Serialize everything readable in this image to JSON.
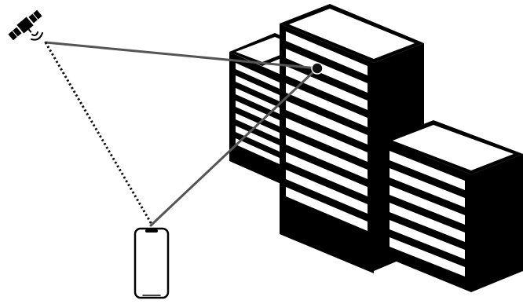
{
  "diagram": {
    "nodes": [
      {
        "id": "satellite",
        "icon": "satellite-icon"
      },
      {
        "id": "reflection-point",
        "icon": "reflection-point-icon"
      },
      {
        "id": "smartphone",
        "icon": "smartphone-icon"
      },
      {
        "id": "tall-building",
        "icon": "building-icon"
      },
      {
        "id": "back-building",
        "icon": "building-icon"
      },
      {
        "id": "low-building",
        "icon": "building-icon"
      }
    ],
    "links": [
      {
        "from": "satellite",
        "to": "reflection-point",
        "style": "solid"
      },
      {
        "from": "reflection-point",
        "to": "smartphone",
        "style": "solid"
      },
      {
        "from": "satellite",
        "to": "smartphone",
        "style": "dotted"
      }
    ],
    "colors": {
      "building": "#000000",
      "link": "#555555",
      "background": "#ffffff"
    }
  }
}
